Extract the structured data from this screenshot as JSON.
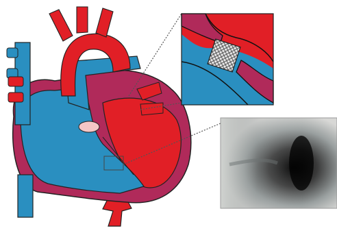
{
  "figure": {
    "subject": "",
    "colors": {
      "oxygenated": "#e11f26",
      "deoxygenated": "#2a8fc0",
      "muscle": "#b02a5a",
      "muscle_dark": "#8e2348",
      "outline": "#222222",
      "leader_line": "#555555",
      "background": "#ffffff",
      "device": "#d9d9d9"
    },
    "icons": [
      "heart-diagram",
      "stent-closeup-inset",
      "angiogram-photo-inset"
    ]
  }
}
